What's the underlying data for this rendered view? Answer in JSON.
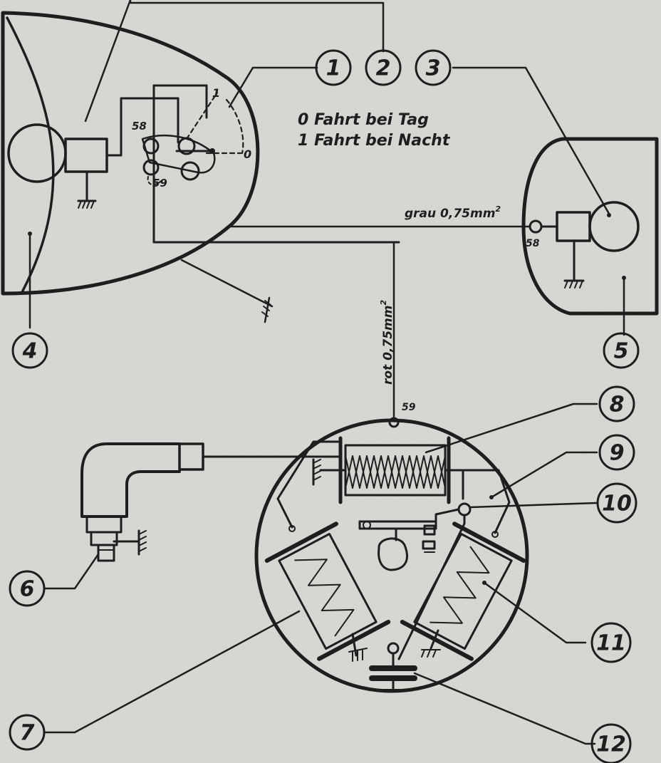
{
  "callouts": [
    "1",
    "2",
    "3",
    "4",
    "5",
    "6",
    "7",
    "8",
    "9",
    "10",
    "11",
    "12"
  ],
  "legend": {
    "line0": "0  Fahrt  bei Tag",
    "line1": "1  Fahrt  bei Nacht"
  },
  "wires": {
    "grey": "grau 0,75mm",
    "grey_exp": "2",
    "red": "rot 0,75mm",
    "red_exp": "2"
  },
  "terminals": {
    "switch_58": "58",
    "switch_59": "59",
    "tail_58": "58",
    "magneto_59": "59"
  },
  "switch_positions": {
    "pos1": "1",
    "pos0": "0"
  },
  "colors": {
    "paper": "#d6d6d2",
    "ink": "#1e1e1e"
  }
}
